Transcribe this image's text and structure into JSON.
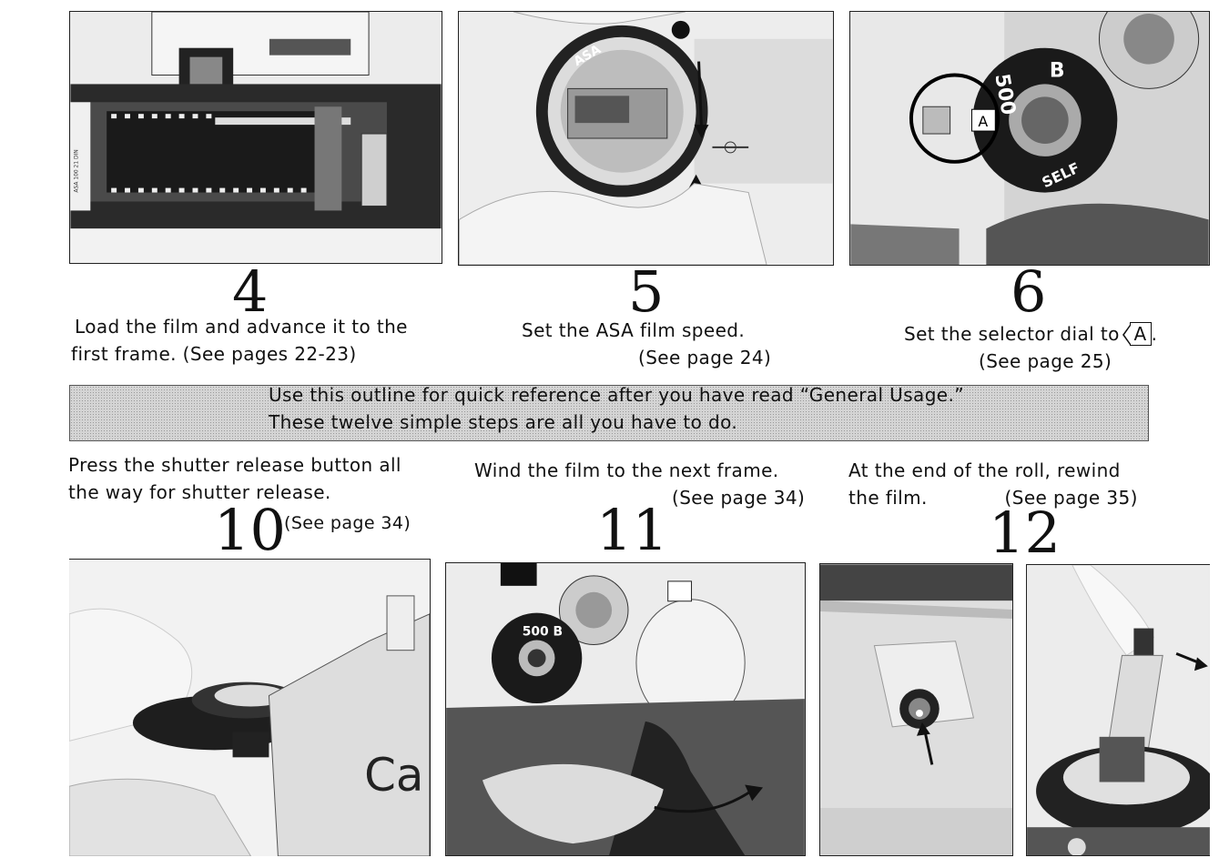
{
  "steps": {
    "s4": {
      "number": "4",
      "line1": "Load the film and advance it to the",
      "line2": "first frame. (See pages 22-23)"
    },
    "s5": {
      "number": "5",
      "line1": "Set the ASA film speed.",
      "ref": "(See page 24)"
    },
    "s6": {
      "number": "6",
      "line1_prefix": "Set the selector dial to",
      "mode": "A",
      "line1_suffix": ".",
      "ref": "(See page 25)"
    },
    "s10": {
      "number": "10",
      "line1": "Press the shutter release button all",
      "line2": "the way for shutter release.",
      "ref": "(See page 34)"
    },
    "s11": {
      "number": "11",
      "line1": "Wind the film to the next frame.",
      "ref": "(See page 34)"
    },
    "s12": {
      "number": "12",
      "line1": "At the end of the roll, rewind",
      "line2": "the film.",
      "ref": "(See page 35)"
    }
  },
  "banner": {
    "line1": "Use this outline for quick reference after you have read “General Usage.”",
    "line2": "These twelve simple steps are all you have to do."
  },
  "photo_labels": {
    "asa": "ASA",
    "dial_b": "B",
    "dial_500": "500",
    "dial_self": "SELF",
    "mode_a": "A",
    "body_text": "Ca",
    "film_side": "ASA 100 21 DIN"
  }
}
